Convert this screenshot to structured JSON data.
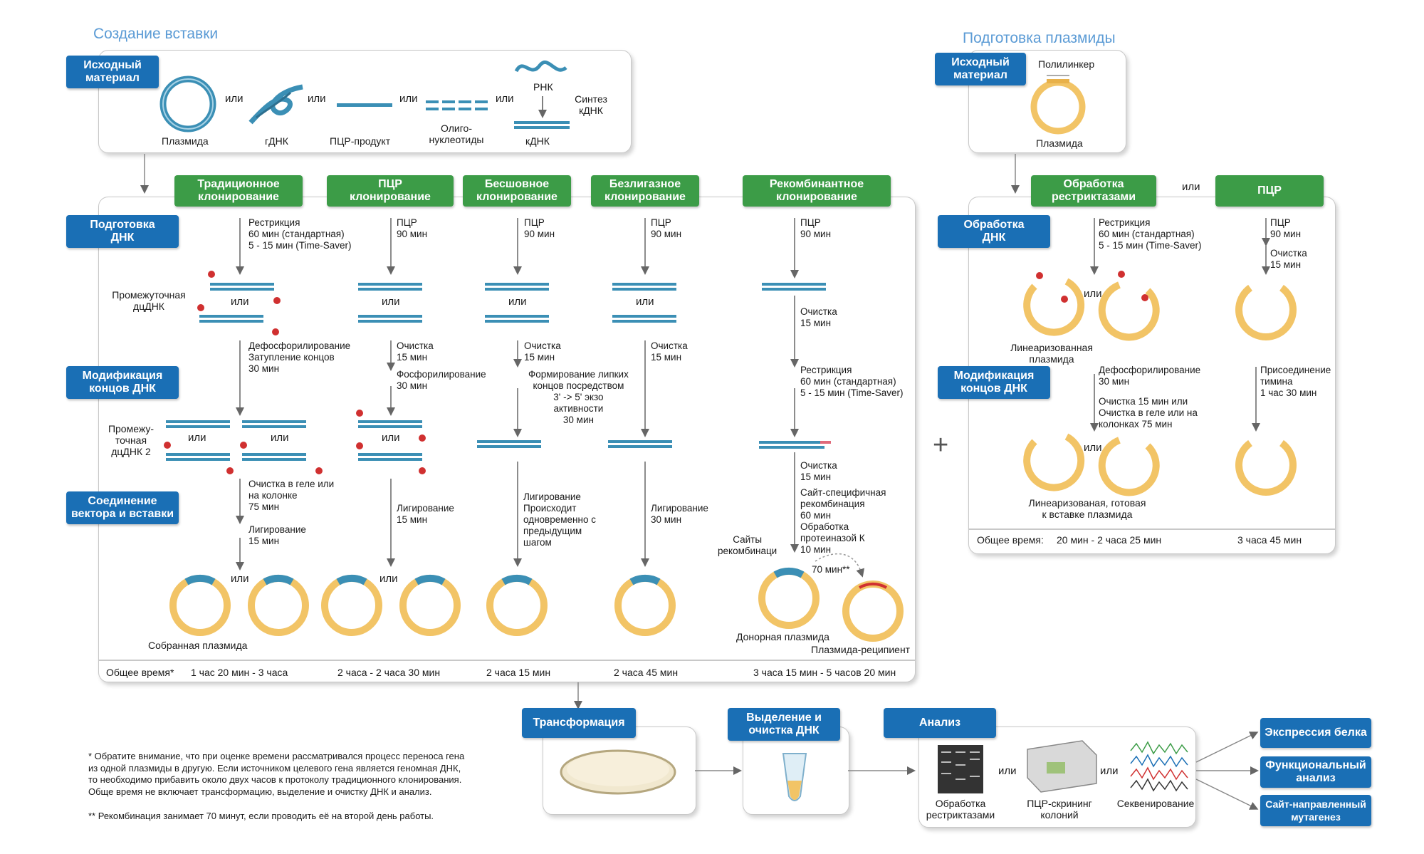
{
  "colors": {
    "blue": "#1a6fb5",
    "green": "#3c9c47",
    "dna": "#3b8fb5",
    "plasmid": "#f2c466",
    "marker": "#d03030"
  },
  "insert_section": {
    "title": "Создание вставки",
    "source_label": "Исходный\nматериал",
    "materials": {
      "plasmid": "Плазмида",
      "gdna": "гДНК",
      "pcr_product": "ПЦР-продукт",
      "oligos": "Олиго-\nнуклеотиды",
      "rna": "РНК",
      "cdna_synth": "Синтез\nкДНК",
      "cdna": "кДНК"
    },
    "or": "или"
  },
  "methods": [
    "Традиционное\nклонирование",
    "ПЦР\nклонирование",
    "Бесшовное\nклонирование",
    "Безлигазное\nклонирование",
    "Рекомбинантное\nклонирование"
  ],
  "stages": {
    "prep": "Подготовка\nДНК",
    "mod": "Модификация\nконцов ДНК",
    "join": "Соединение\nвектора и вставки"
  },
  "traditional": {
    "step1": "Рестрикция\n60 мин (стандартная)\n5 - 15 мин (Time-Saver)",
    "intermediate": "Промежуточная\nдцДНК",
    "step2": "Дефосфорилирование\nЗатупление концов\n30 мин",
    "intermediate2": "Промежу-\nточная\nдцДНК 2",
    "step3": "Очистка в геле или\nна колонке\n75 мин",
    "step4": "Лигирование\n15 мин",
    "result": "Собранная плазмида"
  },
  "pcr": {
    "step1": "ПЦР\n90 мин",
    "step2": "Очистка\n15 мин",
    "step3": "Фосфорилирование\n30 мин",
    "step4": "Лигирование\n15 мин"
  },
  "seamless": {
    "step1": "ПЦР\n90 мин",
    "step2": "Очистка\n15 мин",
    "step3": "Формирование липких\nконцов посредством\n3' -> 5' экзо\nактивности\n30 мин",
    "step4": "Лигирование\nПроисходит\nодновременно с\nпредыдущим\nшагом"
  },
  "ligation_free": {
    "step1": "ПЦР\n90 мин",
    "step2": "Очистка\n15 мин",
    "step3": "Лигирование\n30 мин"
  },
  "recombinant": {
    "step1": "ПЦР\n90 мин",
    "step2": "Очистка\n15 мин",
    "step3": "Рестрикция\n60 мин (стандартная)\n5 - 15 мин (Time-Saver)",
    "step4": "Очистка\n15 мин",
    "step5": "Сайт-специфичная\nрекомбинация\n60 мин",
    "step6": "Обработка\nпротеиназой К\n10 мин",
    "sites": "Сайты\nрекомбинаци",
    "time70": "70 мин**",
    "donor": "Донорная плазмида",
    "recipient": "Плазмида-реципиент"
  },
  "totals": {
    "label": "Общее время*",
    "traditional": "1 час 20 мин - 3 часа",
    "pcr": "2 часа - 2 часа 30 мин",
    "seamless": "2 часа 15 мин",
    "ligation_free": "2 часа 45 мин",
    "recombinant": "3 часа 15 мин - 5 часов 20 мин"
  },
  "plasmid_section": {
    "title": "Подготовка плазмиды",
    "source_label": "Исходный\nматериал",
    "polylinker": "Полилинкер",
    "plasmid": "Плазмида",
    "branch1": "Обработка\nрестриктазами",
    "or": "или",
    "branch2": "ПЦР",
    "prep": "Обработка\nДНК",
    "mod": "Модификация\nконцов ДНК",
    "r_step1": "Рестрикция\n60 мин (стандартная)\n5 - 15 мин (Time-Saver)",
    "linearized": "Линеаризованная\nплазмида",
    "r_step2": "Дефосфорилирование\n30 мин",
    "r_step3": "Очистка 15 мин или\nОчистка в геле или на\nколонках 75 мин",
    "ready": "Линеаризованая, готовая\nк вставке  плазмида",
    "p_step1": "ПЦР\n90 мин",
    "p_step2": "Очистка\n15 мин",
    "p_step3": "Присоединение\nтимина\n1 час 30 мин",
    "total_label": "Общее время:",
    "total1": "20 мин - 2 часа 25 мин",
    "total2": "3 часа 45 мин"
  },
  "plus": "+",
  "bottom": {
    "transformation": "Трансформация",
    "isolation": "Выделение и\nочистка ДНК",
    "analysis": "Анализ",
    "restriction": "Обработка\nрестриктазами",
    "pcr_screen": "ПЦР-скрининг\nколоний",
    "sequencing": "Секвенирование",
    "out1": "Экспрессия белка",
    "out2": "Функциональный\nанализ",
    "out3": "Сайт-направленный\nмутагенез"
  },
  "notes": {
    "note1": "* Обратите внимание, что при оценке времени рассматривался процесс переноса гена\nиз одной плазмиды в другую. Если источником целевого гена является геномная ДНК,\nто необходимо прибавить около двух часов к протоколу традиционного клонирования.\nОбще время не включает трансформацию, выделение и очистку ДНК и анализ.",
    "note2": "** Рекомбинация занимает 70 минут, если проводить её на второй день работы."
  }
}
